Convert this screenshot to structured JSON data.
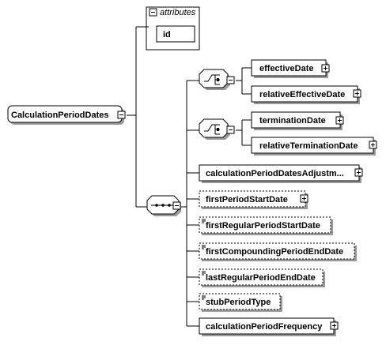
{
  "diagram": {
    "root": {
      "label": "CalculationPeriodDates",
      "toggle": "minus"
    },
    "attributes": {
      "title": "attributes",
      "items": [
        "id"
      ]
    },
    "choice_groups": [
      {
        "items": [
          {
            "label": "effectiveDate",
            "toggle": "plus",
            "optional": false
          },
          {
            "label": "relativeEffectiveDate",
            "toggle": "plus",
            "optional": false
          }
        ]
      },
      {
        "items": [
          {
            "label": "terminationDate",
            "toggle": "plus",
            "optional": false
          },
          {
            "label": "relativeTerminationDate",
            "toggle": "plus",
            "optional": false
          }
        ]
      }
    ],
    "sequence_items": [
      {
        "label": "calculationPeriodDatesAdjustm...",
        "toggle": "plus",
        "optional": false
      },
      {
        "label": "firstPeriodStartDate",
        "toggle": "plus",
        "optional": true
      },
      {
        "label": "firstRegularPeriodStartDate",
        "toggle": "none",
        "optional": true
      },
      {
        "label": "firstCompoundingPeriodEndDate",
        "toggle": "none",
        "optional": true
      },
      {
        "label": "lastRegularPeriodEndDate",
        "toggle": "none",
        "optional": true
      },
      {
        "label": "stubPeriodType",
        "toggle": "none",
        "optional": true
      },
      {
        "label": "calculationPeriodFrequency",
        "toggle": "plus",
        "optional": false
      }
    ]
  }
}
